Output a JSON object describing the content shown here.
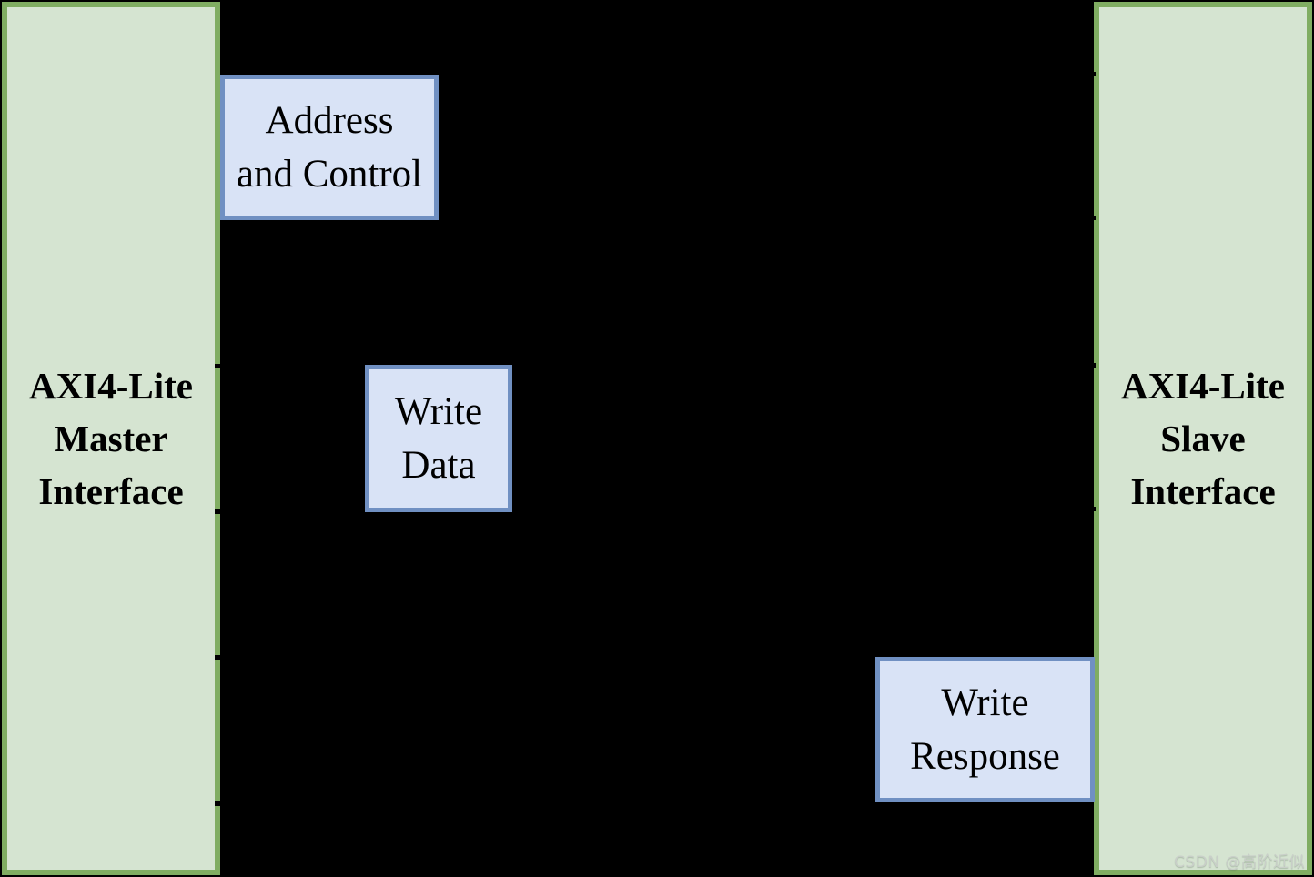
{
  "diagram": {
    "master_panel": {
      "title_lines": [
        "AXI4-Lite",
        "Master",
        "Interface"
      ]
    },
    "slave_panel": {
      "title_lines": [
        "AXI4-Lite",
        "Slave",
        "Interface"
      ]
    },
    "channels": [
      {
        "name": "write-address-channel",
        "label_lines": [
          "Address",
          "and Control"
        ]
      },
      {
        "name": "write-data-channel",
        "label_lines": [
          "Write",
          "Data"
        ]
      },
      {
        "name": "write-response-channel",
        "label_lines": [
          "Write",
          "Response"
        ]
      }
    ]
  },
  "watermark": "CSDN @高阶近似",
  "colors": {
    "background": "#000000",
    "panel_fill": "#d5e4d1",
    "panel_border": "#80ad62",
    "box_fill": "#d9e3f6",
    "box_border": "#7090c2",
    "text": "#000000",
    "watermark_text": "#c9cfc9"
  }
}
